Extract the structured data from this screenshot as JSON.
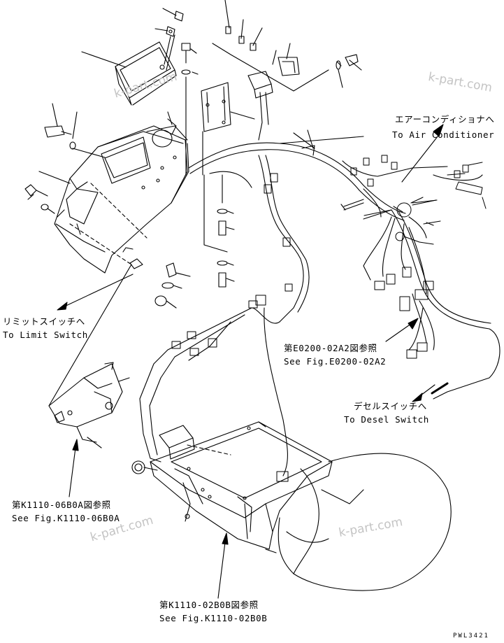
{
  "labels": {
    "air_conditioner": {
      "jp": "エアーコンディショナへ",
      "en": "To Air Conditioner"
    },
    "limit_switch": {
      "jp": "リミットスイッチへ",
      "en": "To Limit Switch"
    },
    "fig_e0200": {
      "jp": "第E0200-02A2図参照",
      "en": "See Fig.E0200-02A2"
    },
    "desel_switch": {
      "jp": "デセルスイッチへ",
      "en": "To Desel Switch"
    },
    "fig_k1110_06": {
      "jp": "第K1110-06B0A図参照",
      "en": "See Fig.K1110-06B0A"
    },
    "fig_k1110_02": {
      "jp": "第K1110-02B0B図参照",
      "en": "See Fig.K1110-02B0B"
    }
  },
  "watermarks": [
    "k-part.com",
    "k-part.com",
    "k-part.com",
    "k-part.com"
  ],
  "drawing_code": "PWL3421"
}
